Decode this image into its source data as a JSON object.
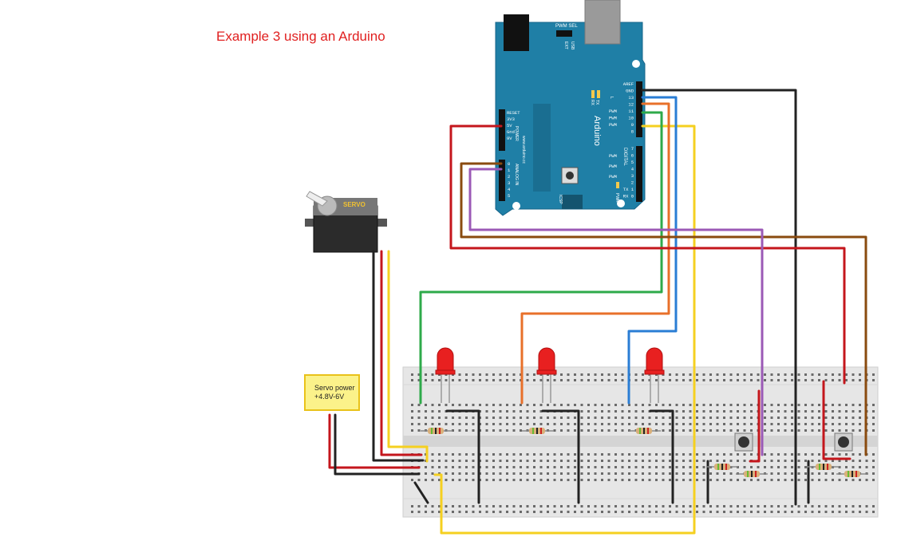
{
  "title": "Example 3 using an Arduino",
  "note": {
    "line1": "Servo power",
    "line2": "+4.8V-6V"
  },
  "servo": {
    "label": "SERVO"
  },
  "arduino": {
    "brand": "Arduino",
    "website": "www.arduino.cc",
    "pwm_sel": "PWM SEL",
    "ext": "EXT",
    "usb": "USB",
    "tx": "TX",
    "rx": "RX",
    "l": "L",
    "icsp": "ICSP",
    "pwr": "PWR",
    "power_label": "POWER",
    "analog_label": "ANALOG IN",
    "digital_label": "DIGITAL",
    "power_pins": [
      "RESET",
      "3V3",
      "5V",
      "Gnd",
      "9V"
    ],
    "analog_pins": [
      "0",
      "1",
      "2",
      "3",
      "4",
      "5"
    ],
    "top_header_labels": [
      "AREF",
      "GND",
      "13",
      "12",
      "11",
      "10",
      "9",
      "8"
    ],
    "pwm_marks": [
      "PWM",
      "PWM",
      "PWM"
    ],
    "low_header_labels": [
      "7",
      "6",
      "5",
      "4",
      "3",
      "2",
      "TX 1",
      "RX 0"
    ],
    "low_pwm_marks": [
      "PWM",
      "PWM",
      "PWM"
    ]
  },
  "colors": {
    "arduino_board": "#1f7fa6",
    "wire_red": "#c4161c",
    "wire_black": "#222222",
    "wire_yellow": "#f5d020",
    "wire_green": "#2eaa4a",
    "wire_orange": "#e8702a",
    "wire_blue": "#2a7dd4",
    "wire_purple": "#9b59b6",
    "wire_brown": "#8a4b0f",
    "led_red": "#e82020",
    "breadboard": "#e8e8e8",
    "title_red": "#e01f1f",
    "note_fill": "#fbf28a"
  },
  "components": {
    "leds": [
      "led-1",
      "led-2",
      "led-3"
    ],
    "pushbuttons": [
      "pushbutton-1",
      "pushbutton-2"
    ]
  }
}
